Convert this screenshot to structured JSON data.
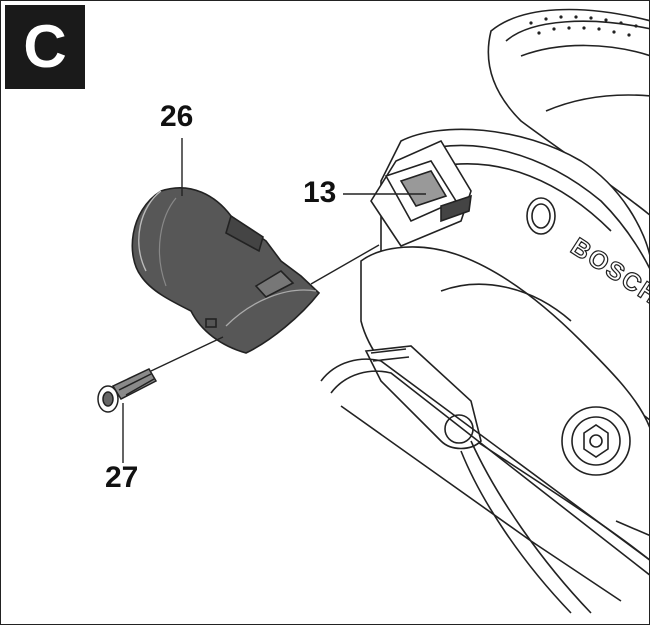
{
  "figure": {
    "badge": "C",
    "callouts": [
      {
        "id": "26",
        "label": "26"
      },
      {
        "id": "13",
        "label": "13"
      },
      {
        "id": "27",
        "label": "27"
      }
    ],
    "brand_text": "BOSCH"
  },
  "colors": {
    "ink": "#1a1a1a",
    "part_fill": "#555555",
    "part_fill_light": "#7a7a7a",
    "background": "#ffffff"
  }
}
